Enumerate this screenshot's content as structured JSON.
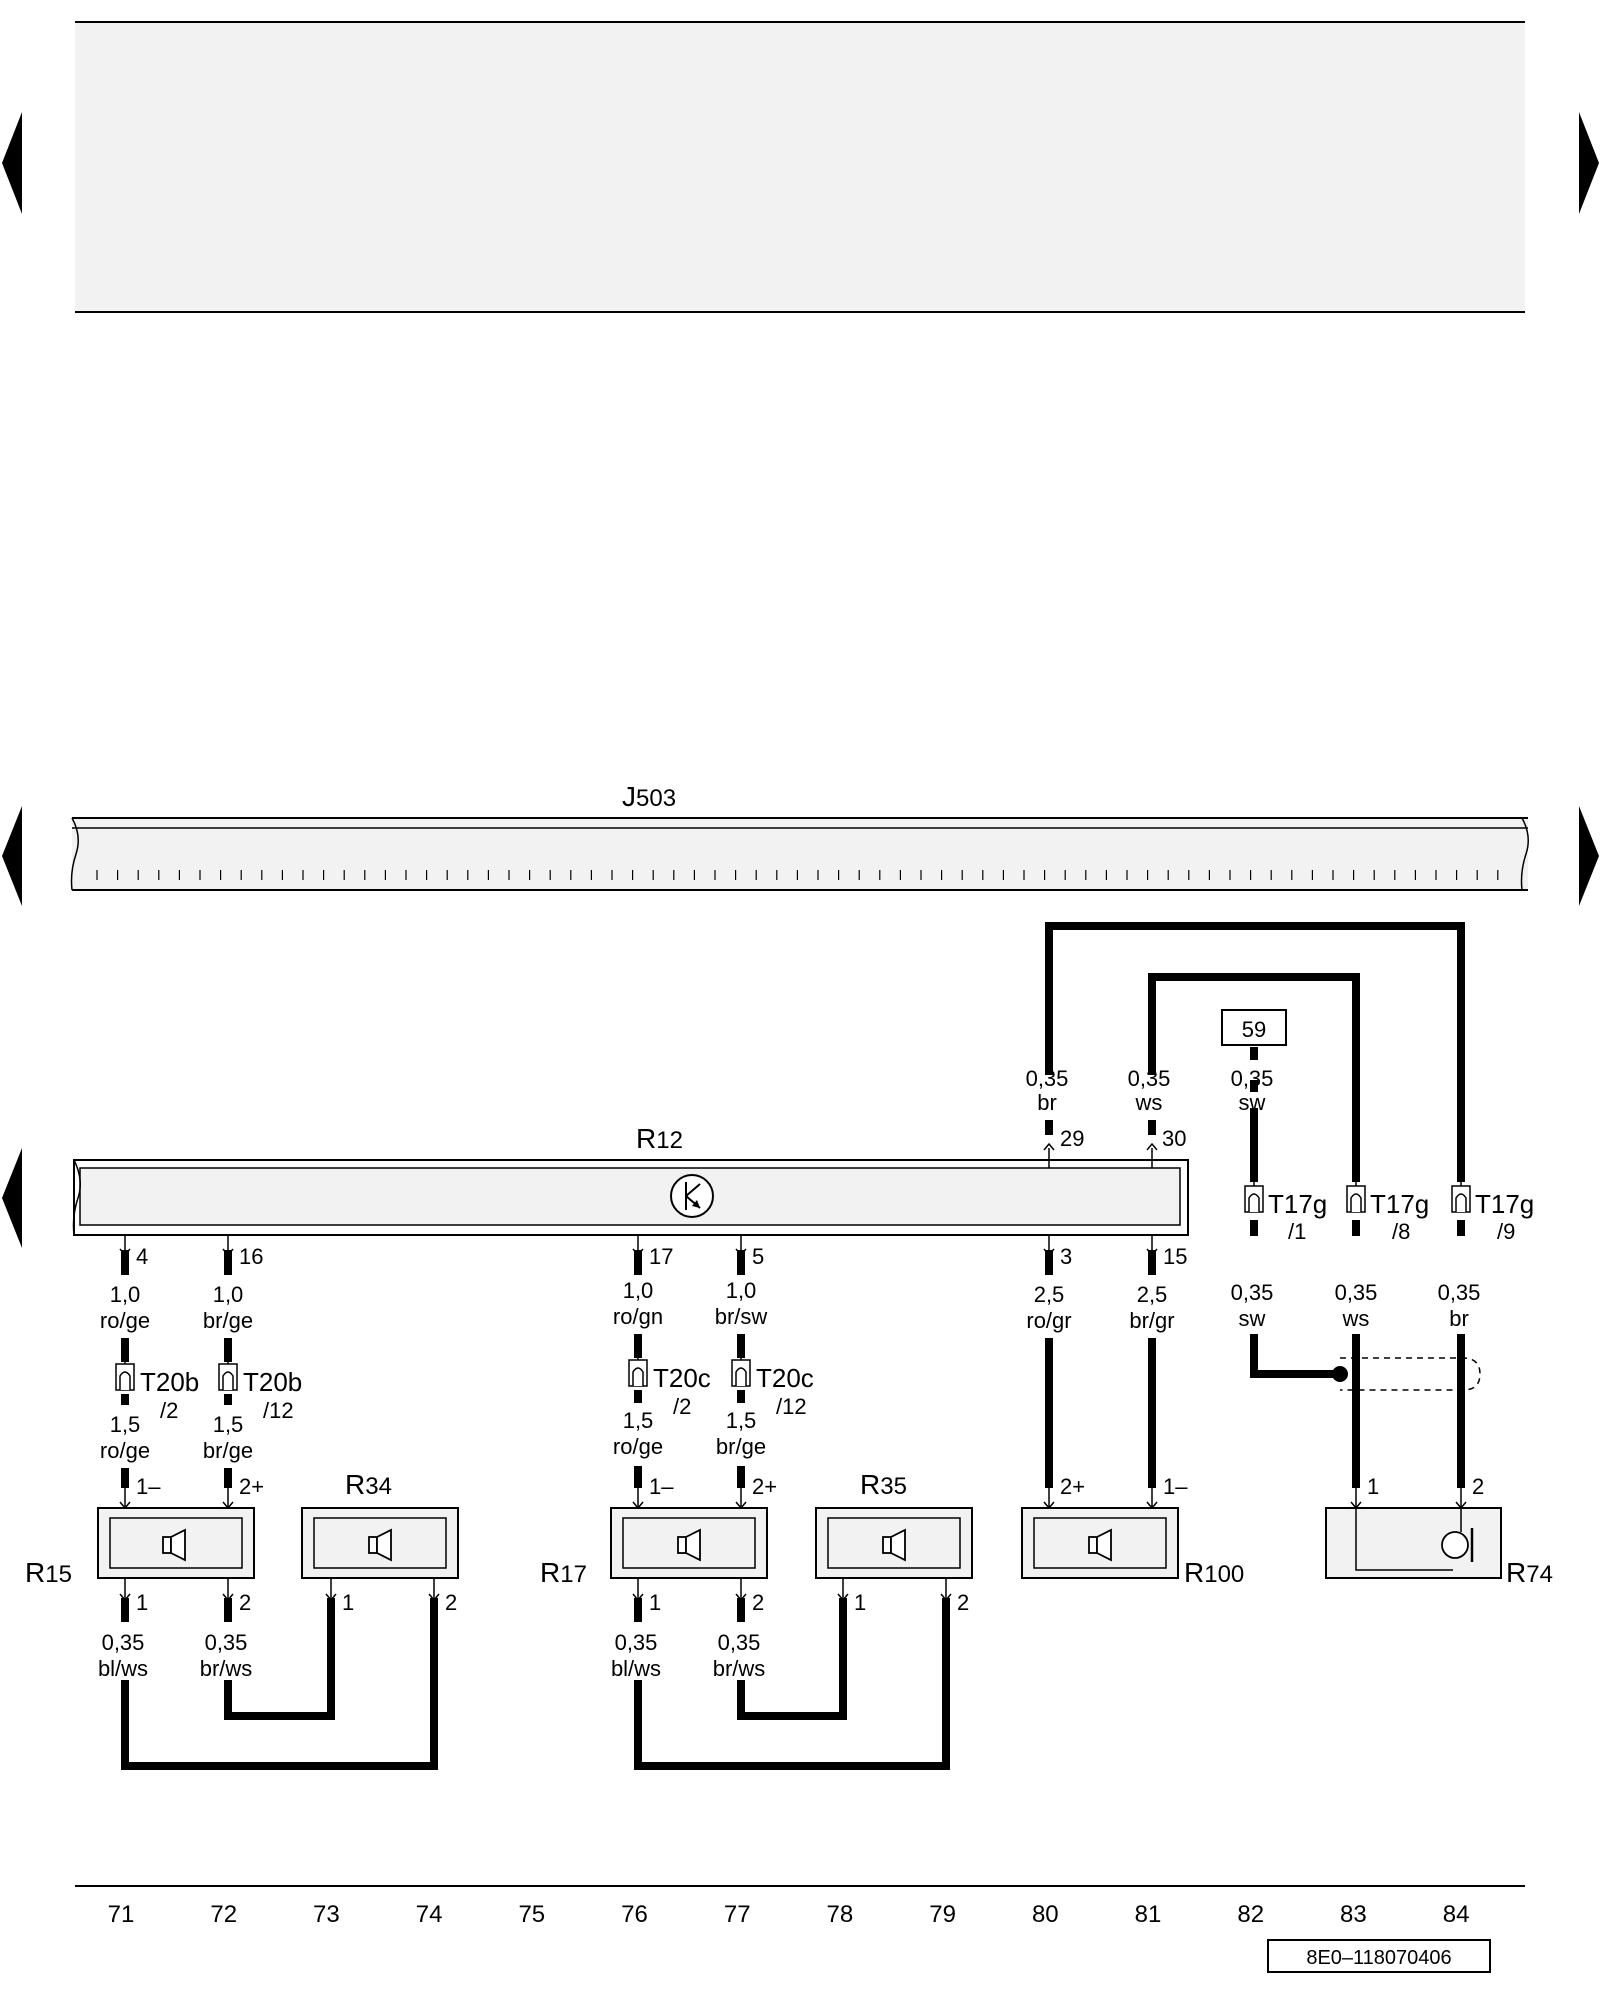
{
  "components": {
    "J503": {
      "letter": "J",
      "sub": "503"
    },
    "R12": {
      "letter": "R",
      "sub": "12"
    },
    "R15": {
      "letter": "R",
      "sub": "15"
    },
    "R34": {
      "letter": "R",
      "sub": "34"
    },
    "R17": {
      "letter": "R",
      "sub": "17"
    },
    "R35": {
      "letter": "R",
      "sub": "35"
    },
    "R100": {
      "letter": "R",
      "sub": "100"
    },
    "R74": {
      "letter": "R",
      "sub": "74"
    }
  },
  "terminal_59": "59",
  "upper_wires": [
    {
      "id": "w80",
      "size": "0,35",
      "color": "br",
      "pin": "29"
    },
    {
      "id": "w81",
      "size": "0,35",
      "color": "ws",
      "pin": "30"
    },
    {
      "id": "w82",
      "size": "0,35",
      "color": "sw"
    }
  ],
  "r12_pins": [
    {
      "id": "p71",
      "pin": "4",
      "size": "1,0",
      "color": "ro/ge"
    },
    {
      "id": "p72",
      "pin": "16",
      "size": "1,0",
      "color": "br/ge"
    },
    {
      "id": "p76",
      "pin": "17",
      "size": "1,0",
      "color": "ro/gn"
    },
    {
      "id": "p77",
      "pin": "5",
      "size": "1,0",
      "color": "br/sw"
    },
    {
      "id": "p80",
      "pin": "3",
      "size": "2,5",
      "color": "ro/gr"
    },
    {
      "id": "p81",
      "pin": "15",
      "size": "2,5",
      "color": "br/gr"
    }
  ],
  "connectors": [
    {
      "id": "c71",
      "name": "T20b",
      "pin": "/2"
    },
    {
      "id": "c72",
      "name": "T20b",
      "pin": "/12"
    },
    {
      "id": "c76",
      "name": "T20c",
      "pin": "/2"
    },
    {
      "id": "c77",
      "name": "T20c",
      "pin": "/12"
    },
    {
      "id": "c82",
      "name": "T17g",
      "pin": "/1"
    },
    {
      "id": "c83",
      "name": "T17g",
      "pin": "/8"
    },
    {
      "id": "c84",
      "name": "T17g",
      "pin": "/9"
    }
  ],
  "t17g_wires": [
    {
      "id": "t82",
      "size": "0,35",
      "color": "sw"
    },
    {
      "id": "t83",
      "size": "0,35",
      "color": "ws"
    },
    {
      "id": "t84",
      "size": "0,35",
      "color": "br"
    }
  ],
  "speaker_feed": [
    {
      "id": "f71",
      "size": "1,5",
      "color": "ro/ge",
      "pin": "1–"
    },
    {
      "id": "f72",
      "size": "1,5",
      "color": "br/ge",
      "pin": "2+"
    },
    {
      "id": "f76",
      "size": "1,5",
      "color": "ro/ge",
      "pin": "1–"
    },
    {
      "id": "f77",
      "size": "1,5",
      "color": "br/ge",
      "pin": "2+"
    }
  ],
  "r100_pins": [
    "2+",
    "1–"
  ],
  "r74_pins": [
    "1",
    "2"
  ],
  "bottom_pins": {
    "r15": [
      "1",
      "2"
    ],
    "r34": [
      "1",
      "2"
    ],
    "r17": [
      "1",
      "2"
    ],
    "r35": [
      "1",
      "2"
    ]
  },
  "bottom_wires": [
    {
      "id": "b71",
      "size": "0,35",
      "color": "bl/ws"
    },
    {
      "id": "b72",
      "size": "0,35",
      "color": "br/ws"
    },
    {
      "id": "b76",
      "size": "0,35",
      "color": "bl/ws"
    },
    {
      "id": "b77",
      "size": "0,35",
      "color": "br/ws"
    }
  ],
  "track_numbers": [
    "71",
    "72",
    "73",
    "74",
    "75",
    "76",
    "77",
    "78",
    "79",
    "80",
    "81",
    "82",
    "83",
    "84"
  ],
  "doc_code": "8E0–118070406"
}
